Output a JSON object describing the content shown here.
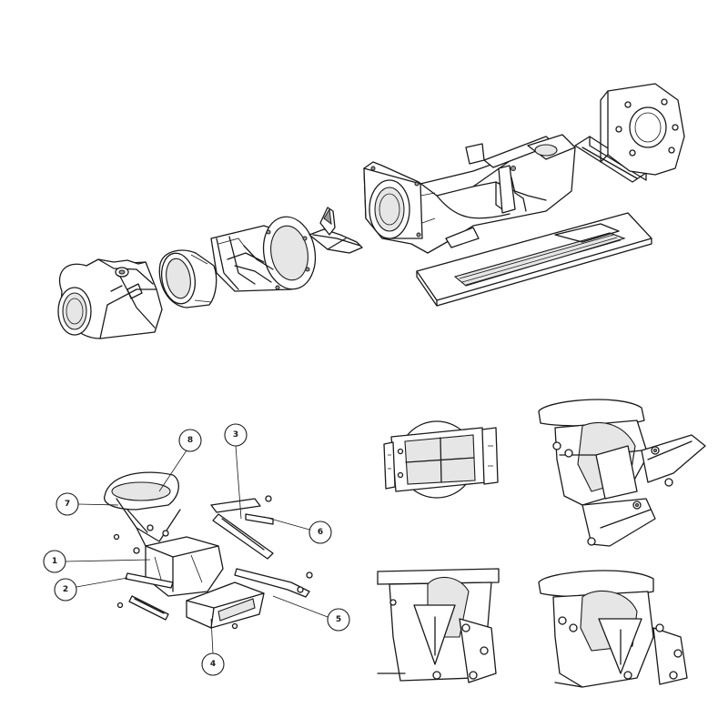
{
  "callouts": [
    {
      "id": "1",
      "label": "1"
    },
    {
      "id": "2",
      "label": "2"
    },
    {
      "id": "3",
      "label": "3"
    },
    {
      "id": "4",
      "label": "4"
    },
    {
      "id": "5",
      "label": "5"
    },
    {
      "id": "6",
      "label": "6"
    },
    {
      "id": "7",
      "label": "7"
    },
    {
      "id": "8",
      "label": "8"
    }
  ],
  "colors": {
    "line": "#1a1a1a",
    "background": "#ffffff",
    "shade": "#e6e6e6"
  }
}
